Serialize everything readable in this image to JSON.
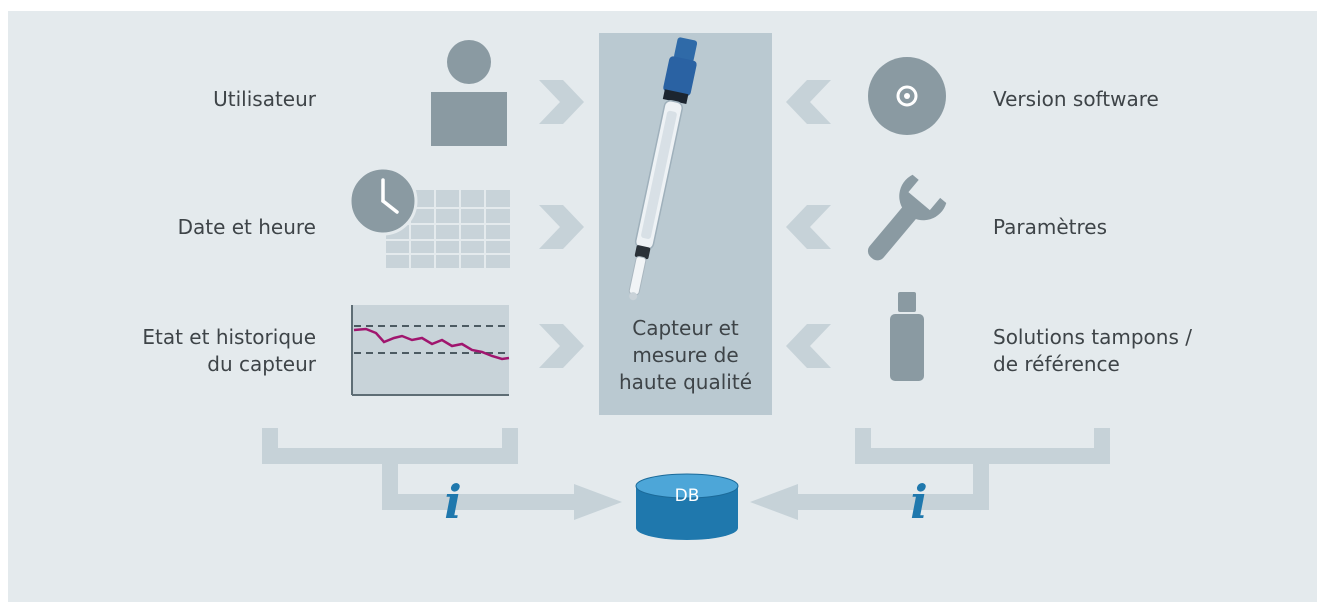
{
  "center": {
    "text": "Capteur et\nmesure de\nhaute qualité"
  },
  "left_items": [
    {
      "label": "Utilisateur",
      "icon": "user-icon"
    },
    {
      "label": "Date et heure",
      "icon": "clock-calendar-icon"
    },
    {
      "label": "Etat et historique\ndu capteur",
      "icon": "sensor-history-chart-icon"
    }
  ],
  "right_items": [
    {
      "label": "Version software",
      "icon": "software-disc-icon"
    },
    {
      "label": "Paramètres",
      "icon": "wrench-icon"
    },
    {
      "label": "Solutions tampons /\nde référence",
      "icon": "buffer-bottle-icon"
    }
  ],
  "database": {
    "label": "DB"
  },
  "info_symbol": "i",
  "colors": {
    "background": "#e4eaed",
    "center_box": "#bac9d1",
    "icon_gray": "#8a9aa2",
    "connector": "#c2ced5",
    "accent_blue": "#1f78ad",
    "trend_line": "#a0156e"
  }
}
